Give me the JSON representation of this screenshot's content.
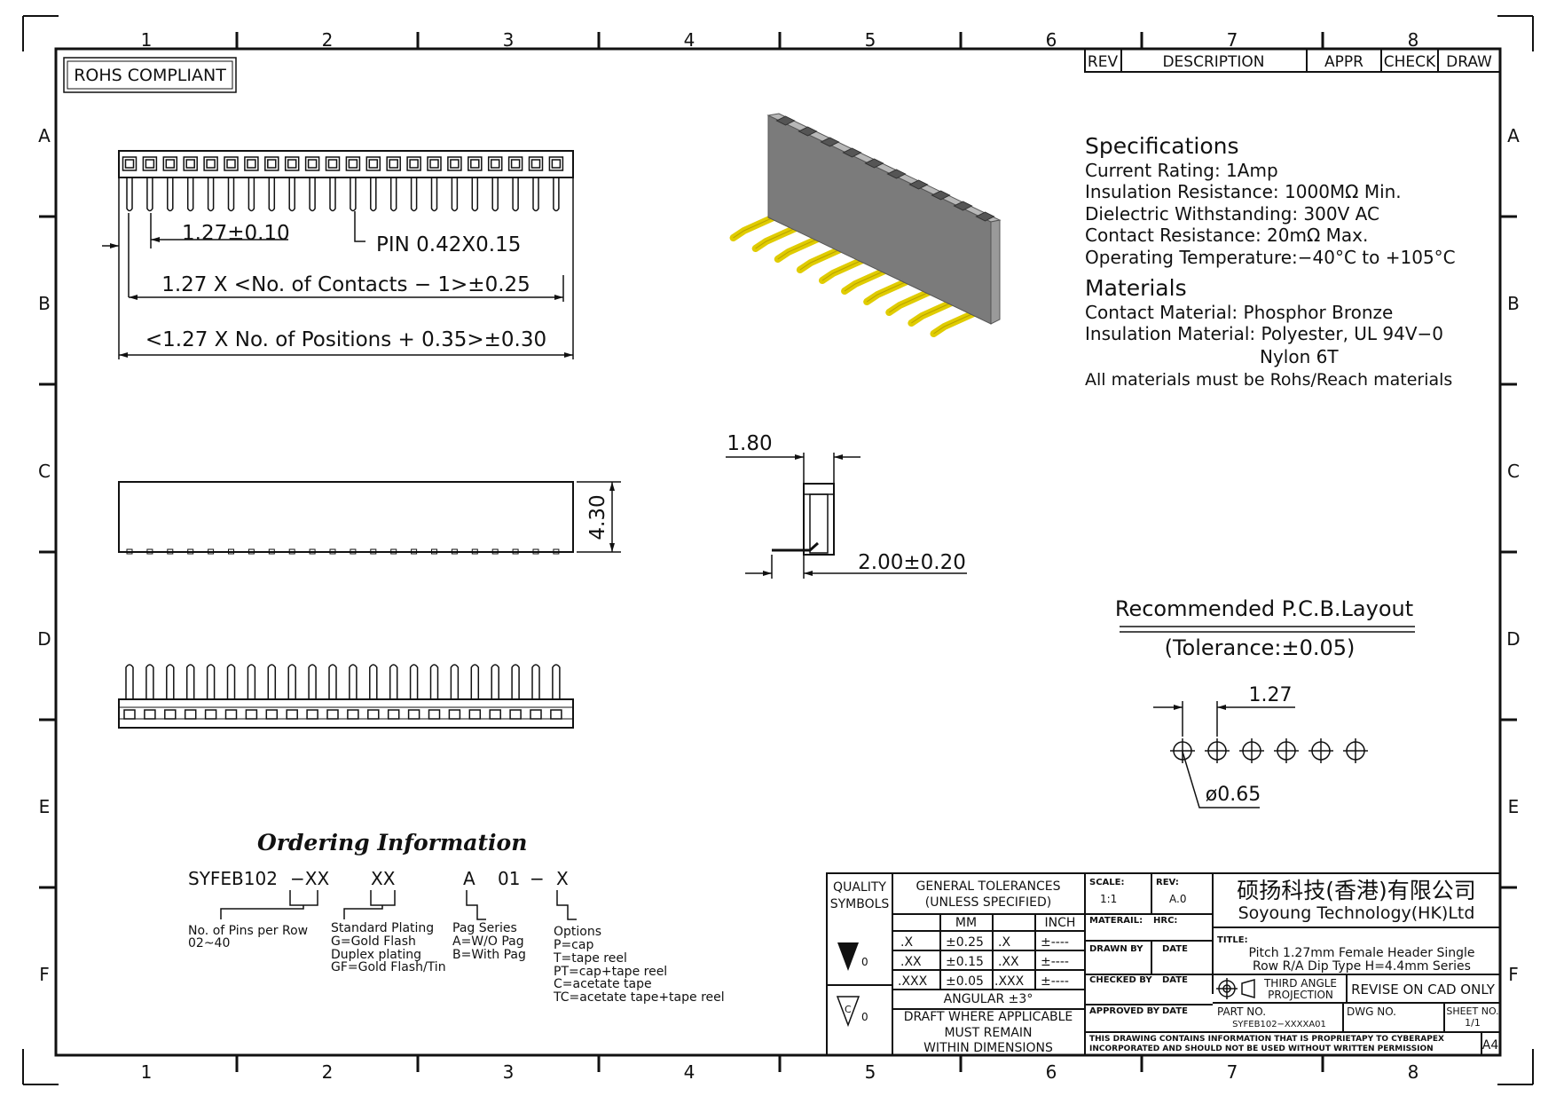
{
  "compliance_badge": "ROHS COMPLIANT",
  "border": {
    "columns": [
      "1",
      "2",
      "3",
      "4",
      "5",
      "6",
      "7",
      "8"
    ],
    "rows": [
      "A",
      "B",
      "C",
      "D",
      "E",
      "F"
    ]
  },
  "revision_block": {
    "rev": "REV",
    "description": "DESCRIPTION",
    "appr": "APPR",
    "check": "CHECK",
    "draw": "DRAW"
  },
  "specifications": {
    "heading": "Specifications",
    "lines": [
      "Current Rating:   1Amp",
      "Insulation Resistance:   1000MΩ Min.",
      "Dielectric Withstanding:   300V AC",
      "Contact Resistance:   20mΩ Max.",
      "Operating Temperature:−40°C to +105°C"
    ]
  },
  "materials": {
    "heading": "Materials",
    "lines": [
      "Contact Material: Phosphor Bronze",
      "Insulation Material: Polyester, UL 94V−0",
      "Nylon 6T",
      "All materials must be Rohs/Reach materials"
    ]
  },
  "top_view": {
    "pitch_dim": "1.27±0.10",
    "pin_callout": "PIN 0.42X0.15",
    "contacts_dim": "1.27 X <No. of Contacts − 1>±0.25",
    "positions_dim": "<1.27 X No. of Positions + 0.35>±0.30"
  },
  "side_view": {
    "height_dim": "4.30"
  },
  "section_view": {
    "width_dim": "1.80",
    "offset_dim": "2.00±0.20"
  },
  "pcb_layout": {
    "title": "Recommended P.C.B.Layout",
    "tolerance": "(Tolerance:±0.05)",
    "pitch": "1.27",
    "hole": "ø0.65"
  },
  "ordering": {
    "title": "Ordering Information",
    "code_parts": [
      "SYFEB102",
      "−XX",
      "XX",
      "A",
      "01",
      "−",
      "X"
    ],
    "pins": {
      "title": "No. of Pins per Row",
      "lines": [
        "02~40"
      ]
    },
    "plating": {
      "title": "Standard Plating",
      "lines": [
        "G=Gold Flash",
        "Duplex plating",
        "GF=Gold Flash/Tin"
      ]
    },
    "pag": {
      "title": "Pag Series",
      "lines": [
        "A=W/O Pag",
        "B=With Pag"
      ]
    },
    "options": {
      "title": "Options",
      "lines": [
        "P=cap",
        "T=tape reel",
        "PT=cap+tape reel",
        "C=acetate tape",
        "TC=acetate tape+tape reel"
      ]
    }
  },
  "title_block": {
    "quality_symbols": [
      "QUALITY",
      "SYMBOLS"
    ],
    "general_tolerances": [
      "GENERAL TOLERANCES",
      "(UNLESS SPECIFIED)"
    ],
    "col_mm": "MM",
    "col_inch": "INCH",
    "tolerance_rows": [
      {
        "p1": ".X",
        "mm": "±0.25",
        "p2": ".X",
        "inch": "±----"
      },
      {
        "p1": ".XX",
        "mm": "±0.15",
        "p2": ".XX",
        "inch": "±----"
      },
      {
        "p1": ".XXX",
        "mm": "±0.05",
        "p2": ".XXX",
        "inch": "±----"
      }
    ],
    "angular": "ANGULAR ±3°",
    "draft_note": [
      "DRAFT WHERE APPLICABLE",
      "MUST REMAIN",
      "WITHIN DIMENSIONS"
    ],
    "symbol_mark": "0",
    "scale_label": "SCALE:",
    "scale_value": "1:1",
    "rev_label": "REV:",
    "rev_value": "A.0",
    "material_label": "MATERAIL:",
    "hrc_label": "HRC:",
    "drawn_by": "DRAWN BY",
    "checked_by": "CHECKED BY",
    "approved_by": "APPROVED BY",
    "date": "DATE",
    "company_cn": "硕扬科技(香港)有限公司",
    "company_en": "Soyoung Technology(HK)Ltd",
    "title_label": "TITLE:",
    "title_lines": [
      "Pitch 1.27mm Female Header Single",
      "Row R/A Dip Type H=4.4mm Series"
    ],
    "projection": [
      "THIRD ANGLE",
      "PROJECTION"
    ],
    "revise_note": "REVISE ON CAD ONLY",
    "part_no_label": "PART NO.",
    "part_no": "SYFEB102−XXXXA01",
    "dwg_no_label": "DWG NO.",
    "sheet_no_label": "SHEET NO.",
    "sheet_no": "1/1",
    "proprietary": [
      "THIS DRAWING CONTAINS INFORMATION THAT IS PROPRIETAPY TO CYBERAPEX",
      "INCORPORATED AND SHOULD NOT BE USED WITHOUT WRITTEN PERMISSION"
    ],
    "paper_size": "A4"
  },
  "colors": {
    "ink": "#111111",
    "pin_gold": "#e0cc00",
    "housing": "#8a8a8a"
  }
}
